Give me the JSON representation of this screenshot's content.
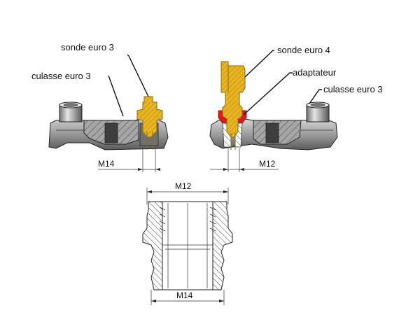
{
  "labels": {
    "sonde_euro_3": "sonde euro 3",
    "culasse_euro_3_left": "culasse euro 3",
    "sonde_euro_4": "sonde euro 4",
    "adaptateur": "adaptateur",
    "culasse_euro_3_right": "culasse euro 3"
  },
  "dimensions": {
    "left_thread": "M14",
    "right_thread": "M12",
    "adapter_top": "M12",
    "adapter_bottom": "M14"
  },
  "colors": {
    "probe": "#E8B422",
    "probe_edge": "#8A6A10",
    "adapter_red": "#E01818",
    "section_fill": "#9A9A9A",
    "body_light": "#C8C8C8",
    "body_dark": "#5E5E5E",
    "outline": "#222222"
  }
}
